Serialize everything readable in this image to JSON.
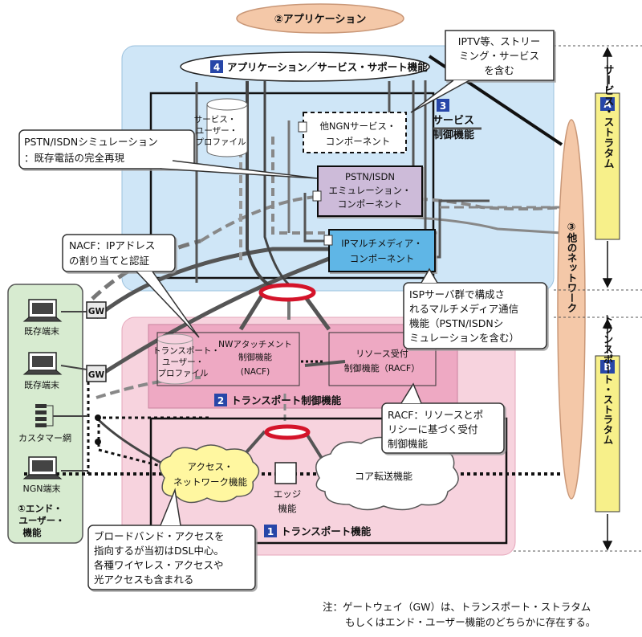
{
  "application": "②アプリケーション",
  "app_support": {
    "num": "4",
    "label": "アプリケーション／サービス・サポート機能"
  },
  "service_control": {
    "num": "3",
    "line1": "サービス",
    "line2": "制御機能"
  },
  "service_user_profile": [
    "サービス・",
    "ユーザー・",
    "プロファイル"
  ],
  "other_ngn": [
    "他NGNサービス・",
    "コンポーネント"
  ],
  "pstn_emu": [
    "PSTN/ISDN",
    "エミュレーション・",
    "コンポーネント"
  ],
  "ip_multimedia": [
    "IPマルチメディア・",
    "コンポーネント"
  ],
  "callouts": {
    "iptv": [
      "IPTV等、ストリー",
      "ミング・サービス",
      "を含む"
    ],
    "pstn_sim": [
      "PSTN/ISDNシミュレーション",
      "：既存電話の完全再現"
    ],
    "nacf": [
      "NACF：IPアドレス",
      "の割り当てと認証"
    ],
    "isp": [
      "ISPサーバ群で構成さ",
      "れるマルチメディア通信",
      "機能（PSTN/ISDNシ",
      "ミュレーションを含む）"
    ],
    "racf": [
      "RACF：リソースとポ",
      "リシーに基づく受付",
      "制御機能"
    ],
    "broadband": [
      "ブロードバンド・アクセスを",
      "指向するが当初はDSL中心。",
      "各種ワイヤレス・アクセスや",
      "光アクセスも含まれる"
    ]
  },
  "transport_user_profile": [
    "トランスポート・",
    "ユーザー・",
    "プロファイル"
  ],
  "nacf_box": [
    "NWアタッチメント",
    "制御機能",
    "(NACF)"
  ],
  "racf_box": [
    "リソース受付",
    "制御機能（RACF）"
  ],
  "transport_control": {
    "num": "2",
    "label": "トランスポート制御機能"
  },
  "transport_func": {
    "num": "1",
    "label": "トランスポート機能"
  },
  "access_network": [
    "アクセス・",
    "ネットワーク機能"
  ],
  "edge": [
    "エッジ",
    "機能"
  ],
  "core": "コア転送機能",
  "other_networks": "③他のネットワーク",
  "stratum_a": {
    "letter": "A",
    "label": "サービス・ストラタム"
  },
  "stratum_b": {
    "letter": "B",
    "label": "トランスポート・ストラタム"
  },
  "gw": "GW",
  "terminals": {
    "legacy1": "既存端末",
    "legacy2": "既存端末",
    "customer": "カスタマー網",
    "ngn": "NGN端末"
  },
  "end_user": [
    "①エンド・",
    "ユーザー・",
    "機能"
  ],
  "note": [
    "注：ゲートウェイ（GW）は、トランスポート・ストラタム",
    "もしくはエンド・ユーザー機能のどちらかに存在する。"
  ],
  "colors": {
    "service_bg": "#cfe6f7",
    "transport_bg": "#f7d3de",
    "transport_ctrl": "#eea9c3",
    "pstn": "#cdbbd9",
    "ipmm": "#5fb6e6",
    "enduser": "#d7ebd0",
    "stratum": "#f7f08a",
    "accent": "#2746a8"
  }
}
